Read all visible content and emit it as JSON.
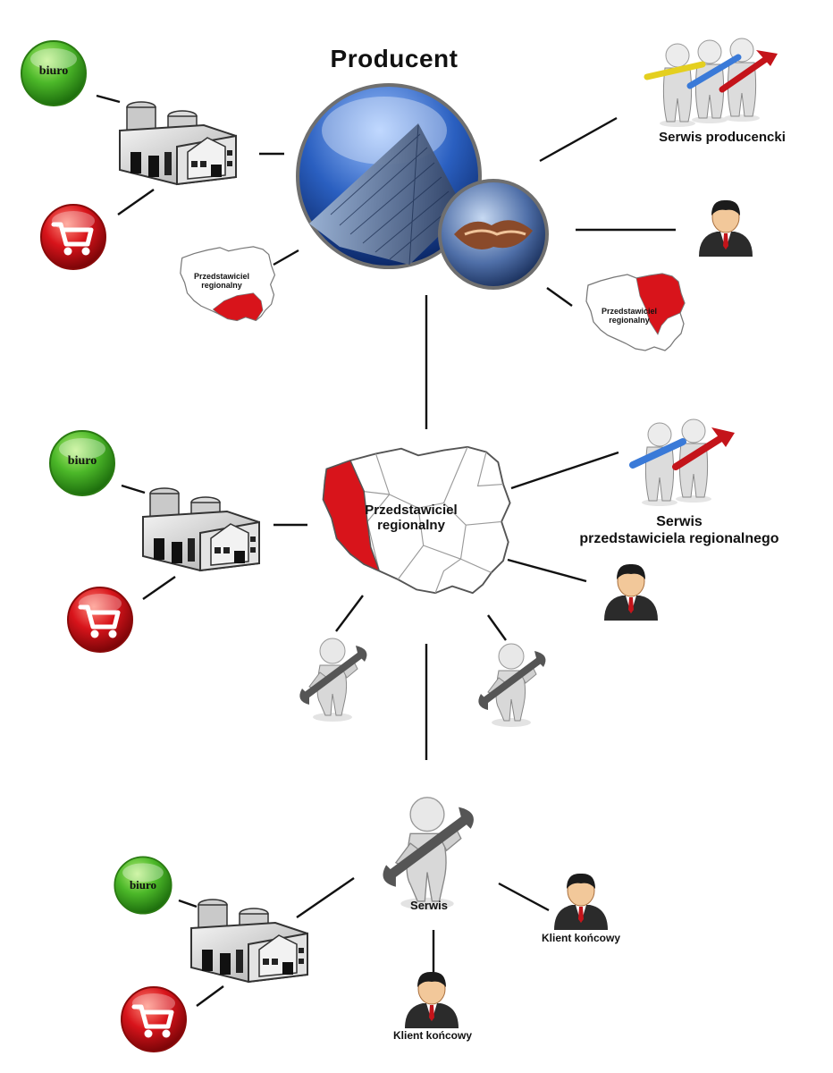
{
  "title": "Producent",
  "office_label": "biuro",
  "manufacturer_service_label": "Serwis producencki",
  "regional_service_label_line1": "Serwis",
  "regional_service_label_line2": "przedstawiciela regionalnego",
  "regional_rep_label_line1": "Przedstawiciel",
  "regional_rep_label_line2": "regionalny",
  "small_rep_label_line1": "Przedstawiciel",
  "small_rep_label_line2": "regionalny",
  "service_label": "Serwis",
  "end_client_label": "Klient końcowy",
  "colors": {
    "green": "#3fae1e",
    "red": "#d8141b",
    "blue": "#1f4e9c",
    "line": "#111111"
  }
}
